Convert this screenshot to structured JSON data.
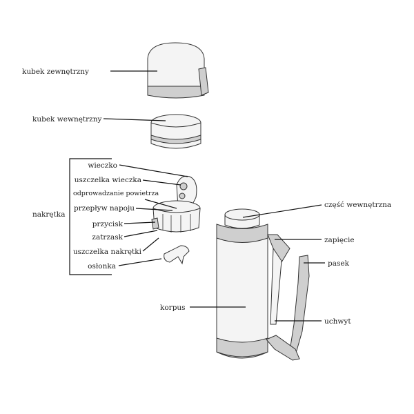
{
  "labels": {
    "outer_cup": "kubek zewnętrzny",
    "inner_cup": "kubek wewnętrzny",
    "cap": "nakrętka",
    "lid": "wieczko",
    "lid_seal": "uszczelka wieczka",
    "air_vent": "odprowadzanie powietrza",
    "drink_flow": "przepływ napoju",
    "button": "przycisk",
    "latch": "zatrzask",
    "cap_seal": "uszczelka nakrętki",
    "cover": "osłonka",
    "inner_part": "część wewnętrzna",
    "clasp": "zapięcie",
    "strap": "pasek",
    "body": "korpus",
    "handle": "uchwyt"
  }
}
